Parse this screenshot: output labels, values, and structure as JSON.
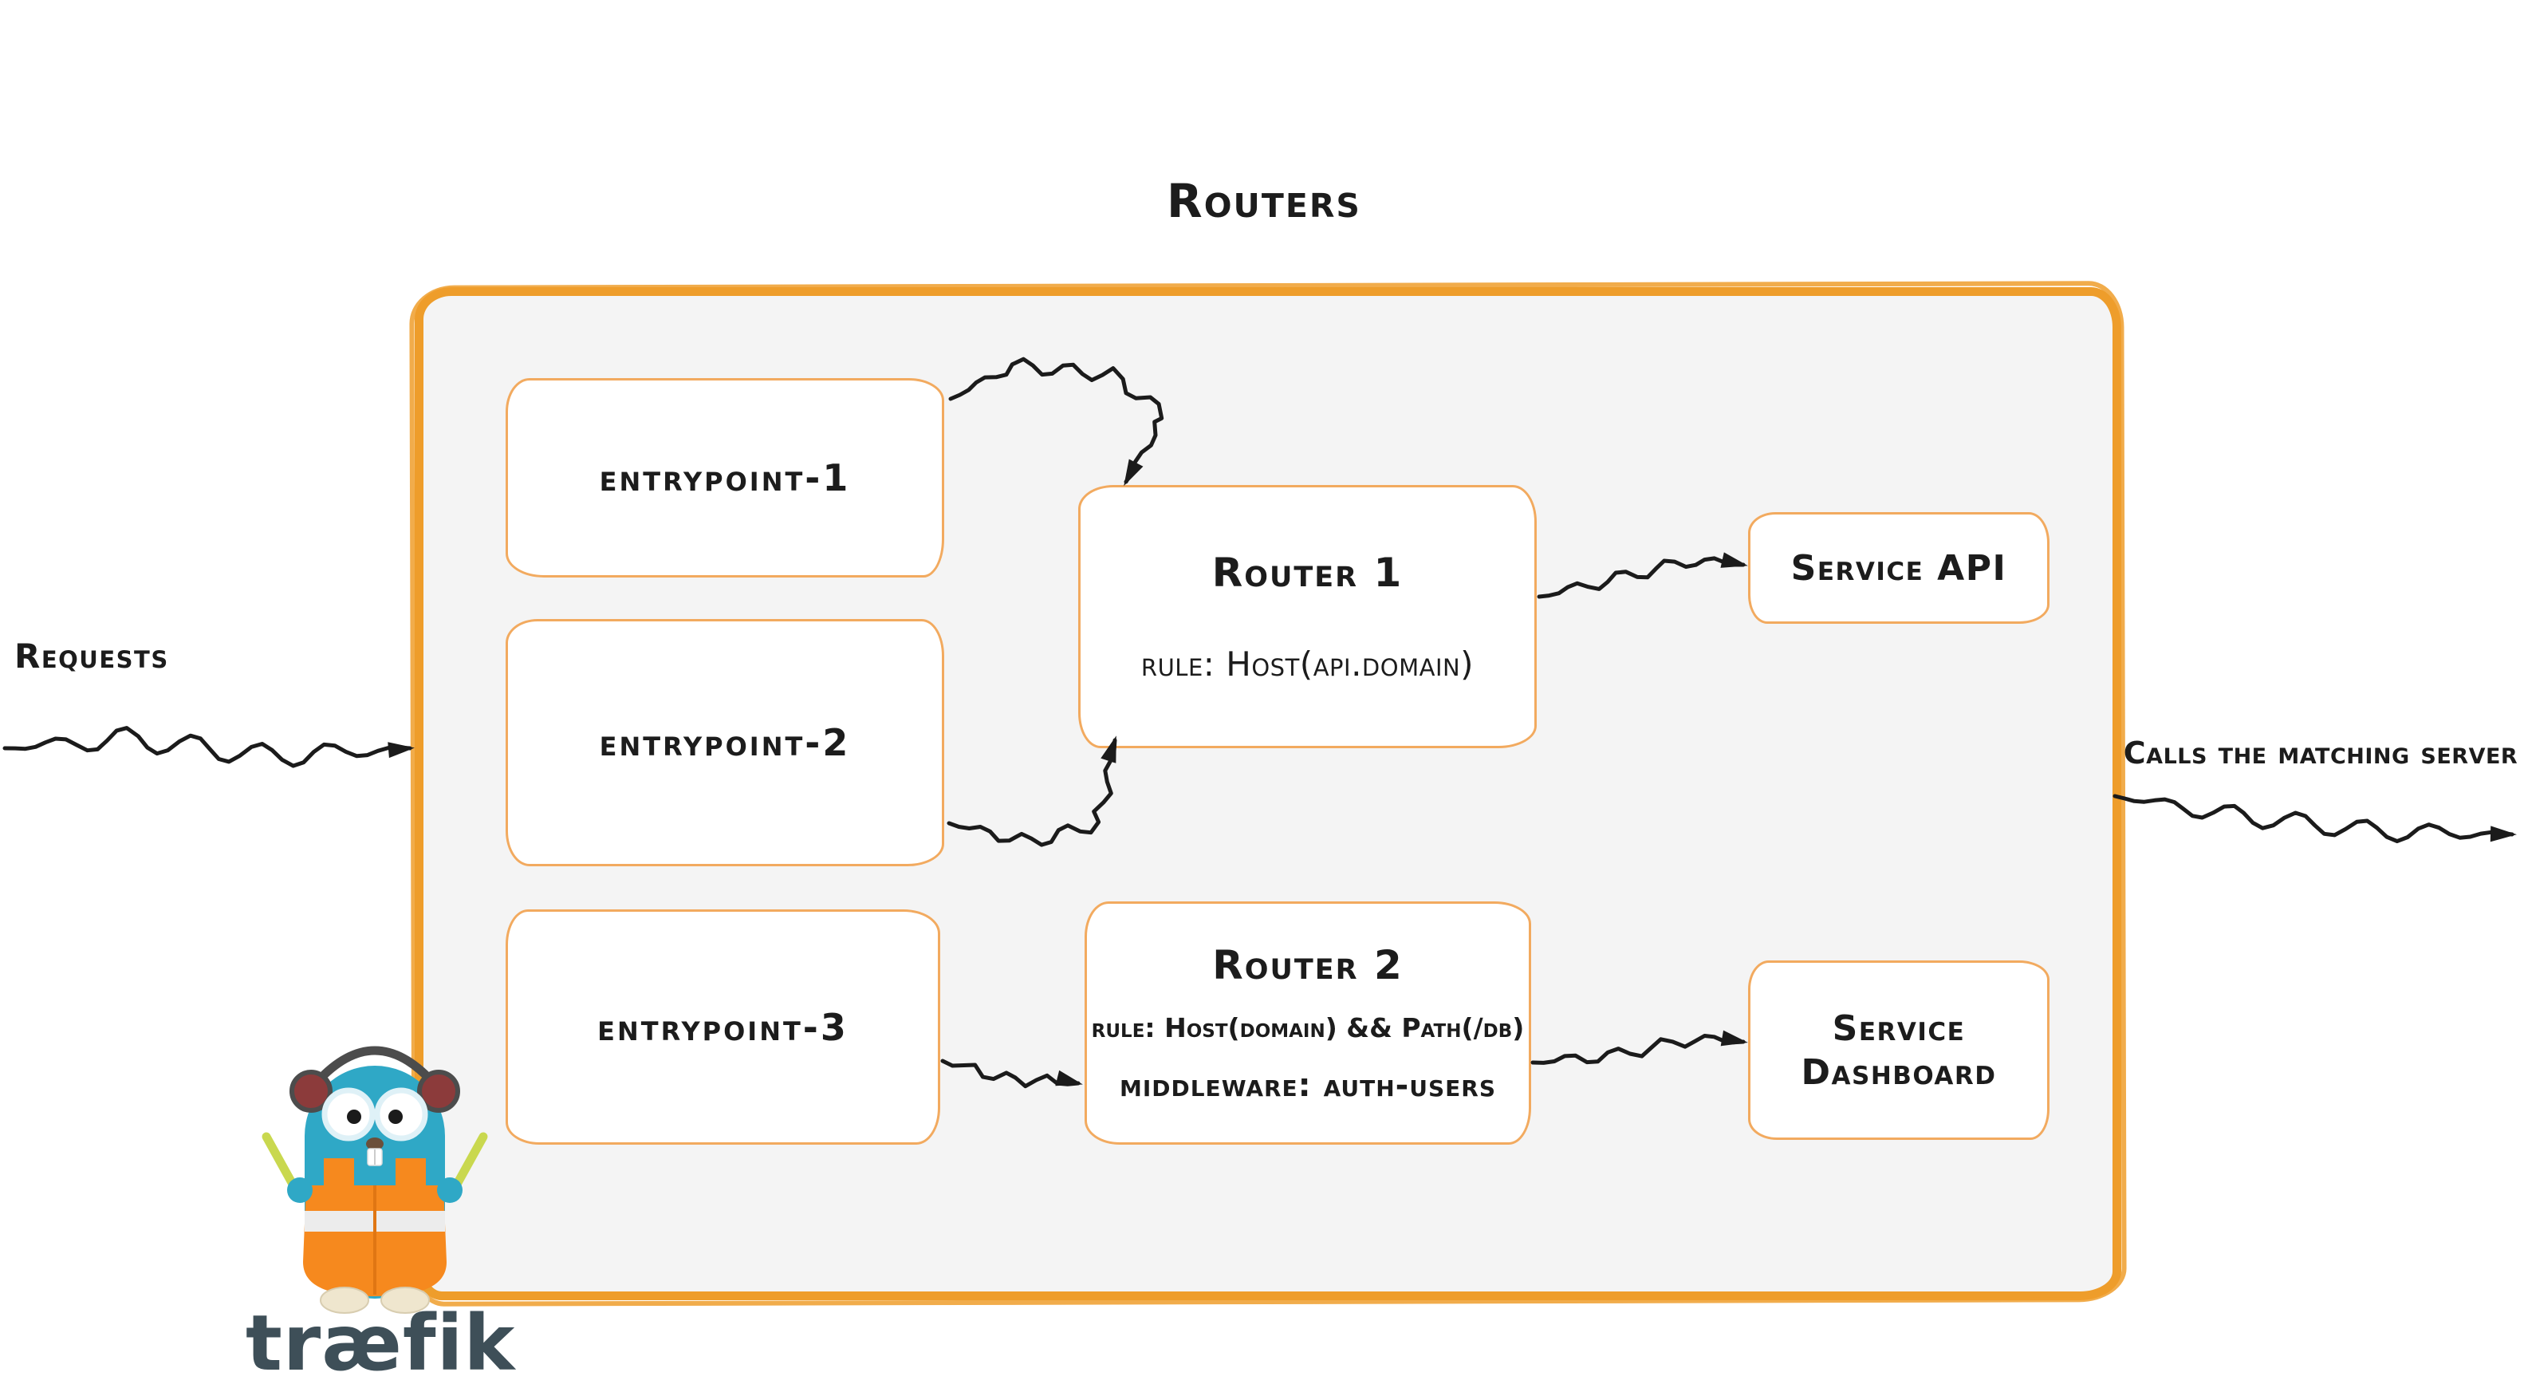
{
  "title": "Routers",
  "labels": {
    "requests": "Requests",
    "calls": "Calls the matching server"
  },
  "entrypoints": [
    {
      "label": "entrypoint-1"
    },
    {
      "label": "entrypoint-2"
    },
    {
      "label": "entrypoint-3"
    }
  ],
  "routers": [
    {
      "name": "Router 1",
      "rule": "rule: Host(api.domain)"
    },
    {
      "name": "Router 2",
      "rule": "rule: Host(domain) && Path(/db)",
      "middleware": "middleware: auth-users"
    }
  ],
  "services": [
    {
      "label": "Service API"
    },
    {
      "label": "Service Dashboard"
    }
  ],
  "connections": [
    {
      "from": "requests",
      "to": "routers-container"
    },
    {
      "from": "entrypoint-1",
      "to": "router-1"
    },
    {
      "from": "entrypoint-2",
      "to": "router-1"
    },
    {
      "from": "entrypoint-3",
      "to": "router-2"
    },
    {
      "from": "router-1",
      "to": "service-api"
    },
    {
      "from": "router-2",
      "to": "service-dashboard"
    },
    {
      "from": "routers-container",
      "to": "calls-the-matching-server"
    }
  ],
  "logo": {
    "wordmark": "træfik",
    "mascot": "traefik-gopher-mascot"
  },
  "colors": {
    "accent_orange": "#ee9d2b",
    "box_border": "#f2aa5f",
    "container_fill": "#f4f4f4",
    "arrow": "#1b1b1b",
    "gopher_blue": "#2fa8c6",
    "vest_orange": "#f6891e",
    "wordmark_gray": "#3e4f58"
  }
}
